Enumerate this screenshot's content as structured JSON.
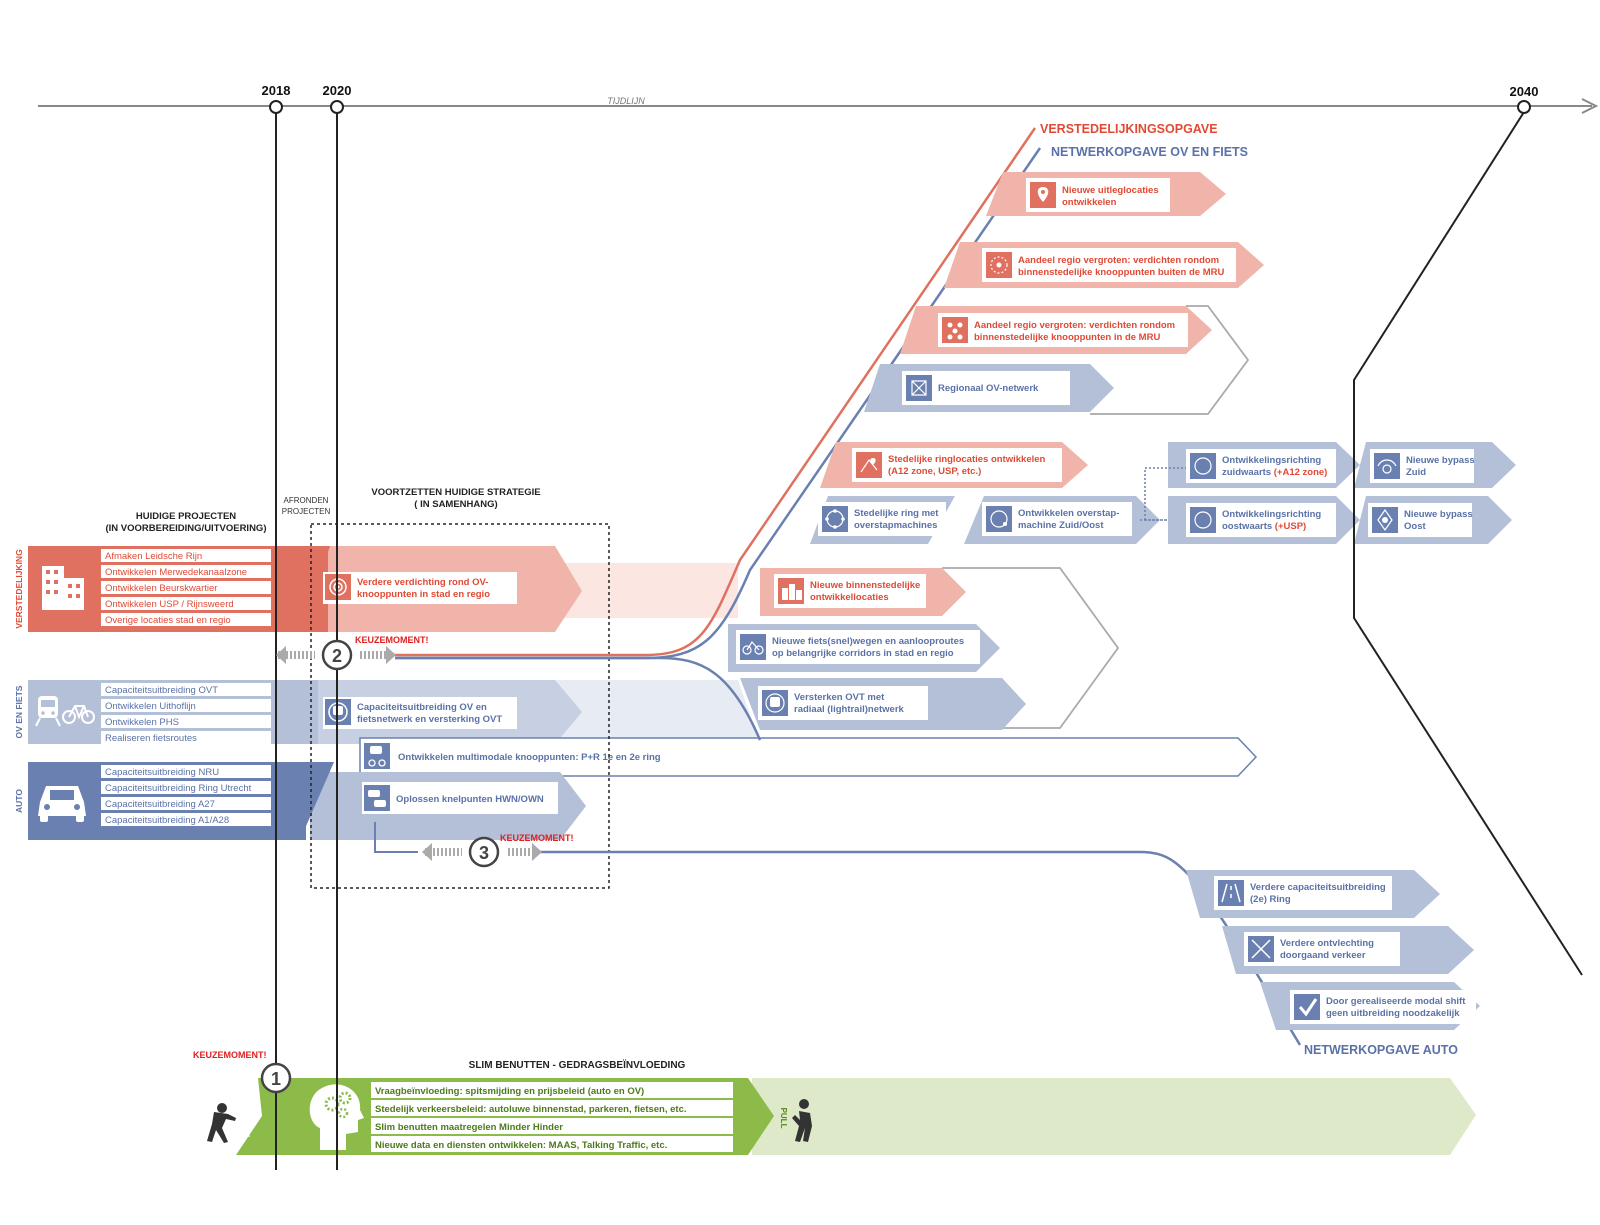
{
  "timeline": {
    "label": "TIJDLIJN",
    "years": [
      "2018",
      "2020",
      "2040"
    ]
  },
  "headers": {
    "huidige_projecten": [
      "HUIDIGE PROJECTEN",
      "(IN VOORBEREIDING/UITVOERING)"
    ],
    "afronden": [
      "AFRONDEN",
      "PROJECTEN"
    ],
    "voortzetten": [
      "VOORTZETTEN HUIDIGE STRATEGIE",
      "( IN SAMENHANG)"
    ],
    "slim_benutten": "SLIM BENUTTEN - GEDRAGSBEÏNVLOEDING"
  },
  "themes": {
    "verstedelijking": {
      "label": "VERSTEDELIJKING",
      "color": "#e0705f",
      "items": [
        "Afmaken Leidsche Rijn",
        "Ontwikkelen Merwedekanaalzone",
        "Ontwikkelen Beurskwartier",
        "Ontwikkelen USP / Rijnsweerd",
        "Overige locaties stad en regio"
      ]
    },
    "ov_fiets": {
      "label": "OV EN FIETS",
      "color": "#b4bfd8",
      "items": [
        "Capaciteitsuitbreiding OVT",
        "Ontwikkelen Uithoflijn",
        "Ontwikkelen PHS",
        "Realiseren fietsroutes"
      ]
    },
    "auto": {
      "label": "AUTO",
      "color": "#6a80b0",
      "items": [
        "Capaciteitsuitbreiding NRU",
        "Capaciteitsuitbreiding Ring Utrecht",
        "Capaciteitsuitbreiding A27",
        "Capaciteitsuitbreiding A1/A28"
      ]
    }
  },
  "strategy_boxes": {
    "verdichting": [
      "Verdere verdichting rond  OV-",
      "knooppunten in stad en regio"
    ],
    "capaciteit_ov": [
      "Capaciteitsuitbreiding OV en",
      "fietsnetwerk en versterking OVT"
    ],
    "multimodaal": "Ontwikkelen multimodale knooppunten: P+R 1e en 2e ring",
    "knelpunten": "Oplossen knelpunten HWN/OWN"
  },
  "keuzemomenten": [
    {
      "number": "1",
      "label": "KEUZEMOMENT!"
    },
    {
      "number": "2",
      "label": "KEUZEMOMENT!"
    },
    {
      "number": "3",
      "label": "KEUZEMOMENT!"
    }
  ],
  "opgaven": {
    "verstedelijking": "VERSTEDELIJKINGSOPGAVE",
    "netwerk_ov": "NETWERKOPGAVE OV EN FIETS",
    "netwerk_auto": "NETWERKOPGAVE AUTO"
  },
  "future": {
    "uitleg": [
      "Nieuwe uitleglocaties",
      "ontwikkelen"
    ],
    "buiten_mru": [
      "Aandeel regio vergroten: verdichten rondom",
      "binnenstedelijke knooppunten buiten de MRU"
    ],
    "in_mru": [
      "Aandeel regio vergroten: verdichten rondom",
      "binnenstedelijke knooppunten in de MRU"
    ],
    "regionaal_ov": "Regionaal OV-netwerk",
    "ringlocaties": [
      "Stedelijke ringlocaties ontwikkelen",
      "(A12 zone, USP, etc.)"
    ],
    "ring_overstap": [
      "Stedelijke ring met",
      "overstapmachines"
    ],
    "overstap_zuid_oost": [
      "Ontwikkelen overstap-",
      "machine Zuid/Oost"
    ],
    "zuidwaarts": [
      "Ontwikkelingsrichting",
      "zuidwaarts",
      "(+A12 zone)"
    ],
    "oostwaarts": [
      "Ontwikkelingsrichting",
      "oostwaarts",
      "(+USP)"
    ],
    "bypass_zuid": [
      "Nieuwe bypass",
      "Zuid"
    ],
    "bypass_oost": [
      "Nieuwe bypass",
      "Oost"
    ],
    "binnenstedelijk": [
      "Nieuwe binnenstedelijke",
      "ontwikkellocaties"
    ],
    "fietswegen": [
      "Nieuwe fiets(snel)wegen en aanlooproutes",
      "op belangrijke corridors in stad en regio"
    ],
    "ovt_lightrail": [
      "Versterken OVT met",
      "radiaal (lightrail)netwerk"
    ],
    "capaciteit_ring": [
      "Verdere capaciteitsuitbreiding",
      "(2e) Ring"
    ],
    "ontvlechting": [
      "Verdere ontvlechting",
      "doorgaand verkeer"
    ],
    "modal_shift": [
      "Door gerealiseerde modal shift",
      "geen uitbreiding noodzakelijk"
    ]
  },
  "slim_benutten": {
    "push": "PUSH",
    "pull": "PULL",
    "items": [
      "Vraagbeïnvloeding: spitsmijding en prijsbeleid (auto en OV)",
      "Stedelijk verkeersbeleid: autoluwe binnenstad, parkeren, fietsen, etc.",
      "Slim benutten maatregelen Minder Hinder",
      "Nieuwe data en diensten ontwikkelen: MAAS, Talking Traffic, etc."
    ]
  },
  "colors": {
    "red": "#e0705f",
    "red_light": "#f0b4aa",
    "red_text": "#e04a35",
    "blue": "#6a80b0",
    "blue_light": "#b4bfd8",
    "blue_text": "#5a72a8",
    "green": "#8dbb4a",
    "green_light": "#dde9c8",
    "green_text": "#5a8a20",
    "dark": "#222222",
    "grey": "#999999"
  },
  "icons": [
    "building-icon",
    "train-icon",
    "bicycle-icon",
    "car-icon",
    "location-pin-icon",
    "target-icon",
    "node-network-icon",
    "circle-network-icon",
    "bypass-icon",
    "highway-icon",
    "checkmark-icon",
    "head-gears-icon",
    "pushing-person-icon",
    "pulling-person-icon",
    "multimodal-icon",
    "traffic-icon"
  ]
}
